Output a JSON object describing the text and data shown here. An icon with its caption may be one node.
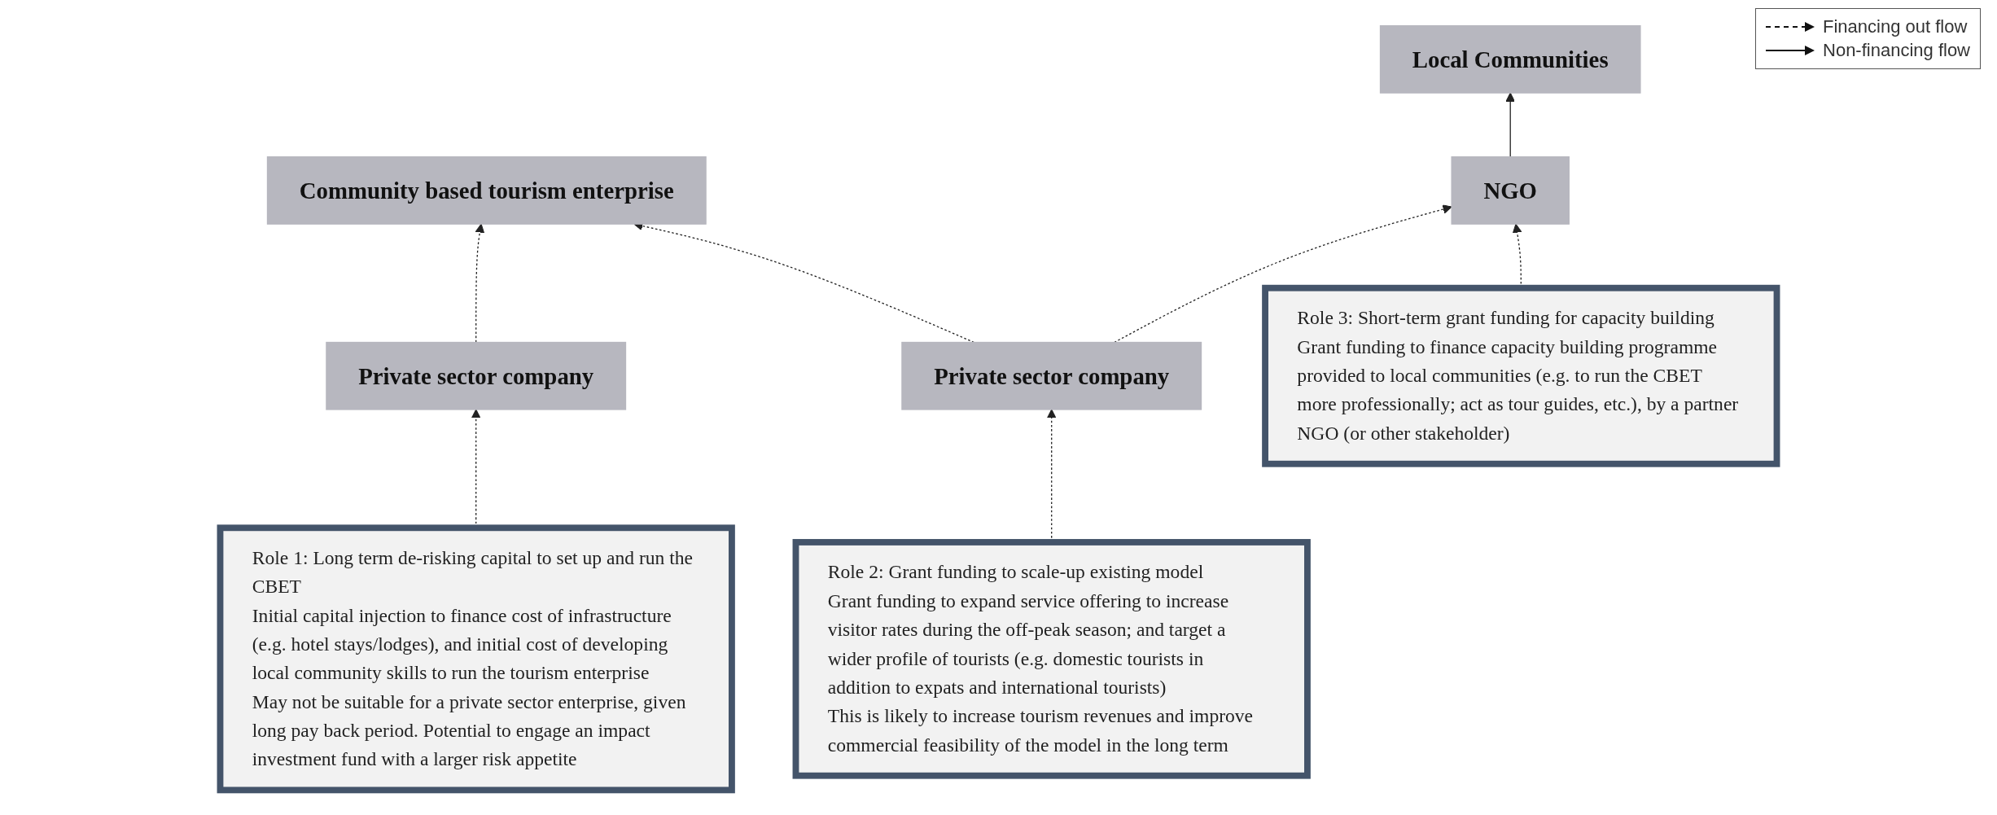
{
  "diagram": {
    "nodes": [
      {
        "text": [
          "Community based tourism enterprise"
        ]
      },
      {
        "text": [
          "Local Communities"
        ]
      },
      {
        "text": [
          "Private sector company"
        ]
      },
      {
        "text": [
          "Private sector company"
        ]
      },
      {
        "text": [
          "NGO"
        ]
      },
      {
        "text": [
          "Role 1: Long term de-risking capital to set up and run the CBET",
          "Initial capital injection to finance cost of infrastructure (e.g. hotel stays/lodges), and initial cost of developing local community skills to run the tourism enterprise",
          "May not be suitable for a private sector enterprise, given long pay back period. Potential to engage an impact investment fund with a larger risk appetite"
        ]
      },
      {
        "text": [
          "Role 2: Grant funding to scale-up existing model",
          "Grant funding to expand service offering to increase visitor rates during the off-peak season; and target a wider profile of tourists (e.g. domestic tourists in addition to expats and international tourists)",
          "This is likely to increase tourism revenues and improve commercial feasibility of the model in the long term"
        ]
      },
      {
        "text": [
          "Role 3: Short-term grant funding for capacity building",
          "Grant funding to finance capacity building programme provided to local communities (e.g. to run the CBET more professionally; act as tour guides, etc.), by a partner NGO (or other stakeholder)"
        ]
      }
    ],
    "edges": [
      {
        "from": 2,
        "to": 0,
        "arrow": "to",
        "style": "dashed"
      },
      {
        "from": 3,
        "to": 0,
        "arrow": "to",
        "style": "dashed"
      },
      {
        "from": 3,
        "to": 4,
        "arrow": "to",
        "style": "dashed"
      },
      {
        "from": 4,
        "to": 1,
        "arrow": "to"
      },
      {
        "from": 5,
        "to": 2,
        "arrow": "to",
        "style": "dashed"
      },
      {
        "from": 6,
        "to": 3,
        "arrow": "to",
        "style": "dashed"
      },
      {
        "from": 7,
        "to": 4,
        "arrow": "to",
        "style": "dashed"
      }
    ],
    "legend": [
      {
        "text": "Financing out flow"
      },
      {
        "text": "Non-financing flow"
      }
    ]
  }
}
